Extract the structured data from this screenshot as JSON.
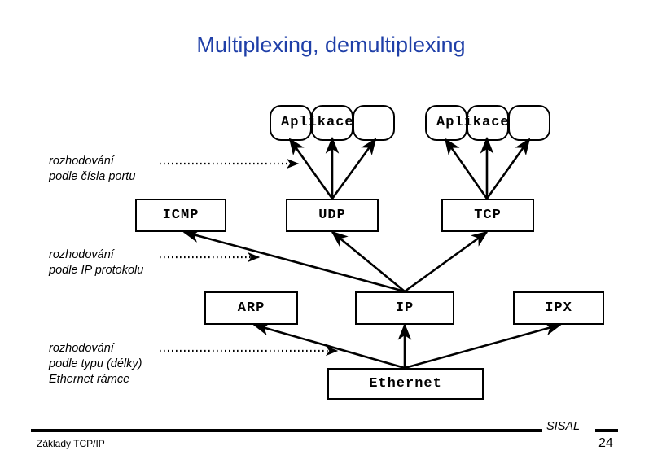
{
  "slide": {
    "title": "Multiplexing, demultiplexing",
    "title_color": "#1f3fa8",
    "line_color": "#000000",
    "background": "#ffffff"
  },
  "diagram": {
    "application_groups": [
      {
        "name": "application-group-left",
        "label": "Aplikace",
        "bubbles": 3
      },
      {
        "name": "application-group-right",
        "label": "Aplikace",
        "bubbles": 3
      }
    ],
    "transport_layer": [
      {
        "label": "ICMP"
      },
      {
        "label": "UDP"
      },
      {
        "label": "TCP"
      }
    ],
    "network_layer": [
      {
        "label": "ARP"
      },
      {
        "label": "IP"
      },
      {
        "label": "IPX"
      }
    ],
    "link_layer": [
      {
        "label": "Ethernet"
      }
    ]
  },
  "annotations": [
    {
      "name": "annotation-port-number",
      "text": "rozhodování\npodle čísla portu"
    },
    {
      "name": "annotation-ip-protocol",
      "text": "rozhodování\npodle IP protokolu"
    },
    {
      "name": "annotation-ethernet-type",
      "text": "rozhodování\npodle typu (délky)\nEthernet rámce"
    }
  ],
  "footer": {
    "left_text": "Základy TCP/IP",
    "brand": "SISAL",
    "page_number": "24"
  }
}
